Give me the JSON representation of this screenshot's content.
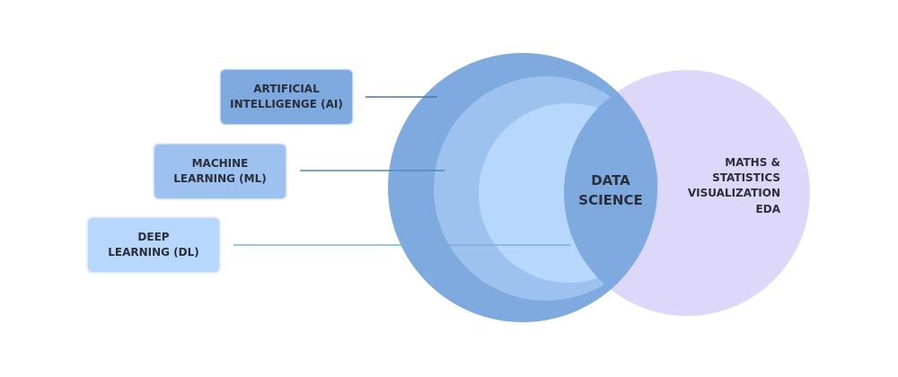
{
  "diagram": {
    "type": "venn",
    "boxes": [
      {
        "id": "ai",
        "label": "ARTIFICIAL\nINTELLIGENGE (AI)",
        "color": "#7eaadf"
      },
      {
        "id": "ml",
        "label": "MACHINE\nLEARNING (ML)",
        "color": "#9dc2f0"
      },
      {
        "id": "dl",
        "label": "DEEP\nLEARNING (DL)",
        "color": "#b7d7fd"
      }
    ],
    "circles": {
      "ai_color": "#7eaadf",
      "ml_color": "#9dc2f0",
      "dl_color": "#b7d7fd",
      "stats_color": "#ddd8fa",
      "overlap_color": "#7eaadf"
    },
    "center_label": {
      "line1": "DATA",
      "line2": "SCIENCE"
    },
    "right_label": {
      "line1": "MATHS &",
      "line2": "STATISTICS",
      "line3": "VISUALIZATION",
      "line4": "EDA"
    },
    "connector_colors": {
      "ai": "#4a76a8",
      "ml": "#4a8cc0",
      "dl": "#7fb0d6"
    }
  }
}
